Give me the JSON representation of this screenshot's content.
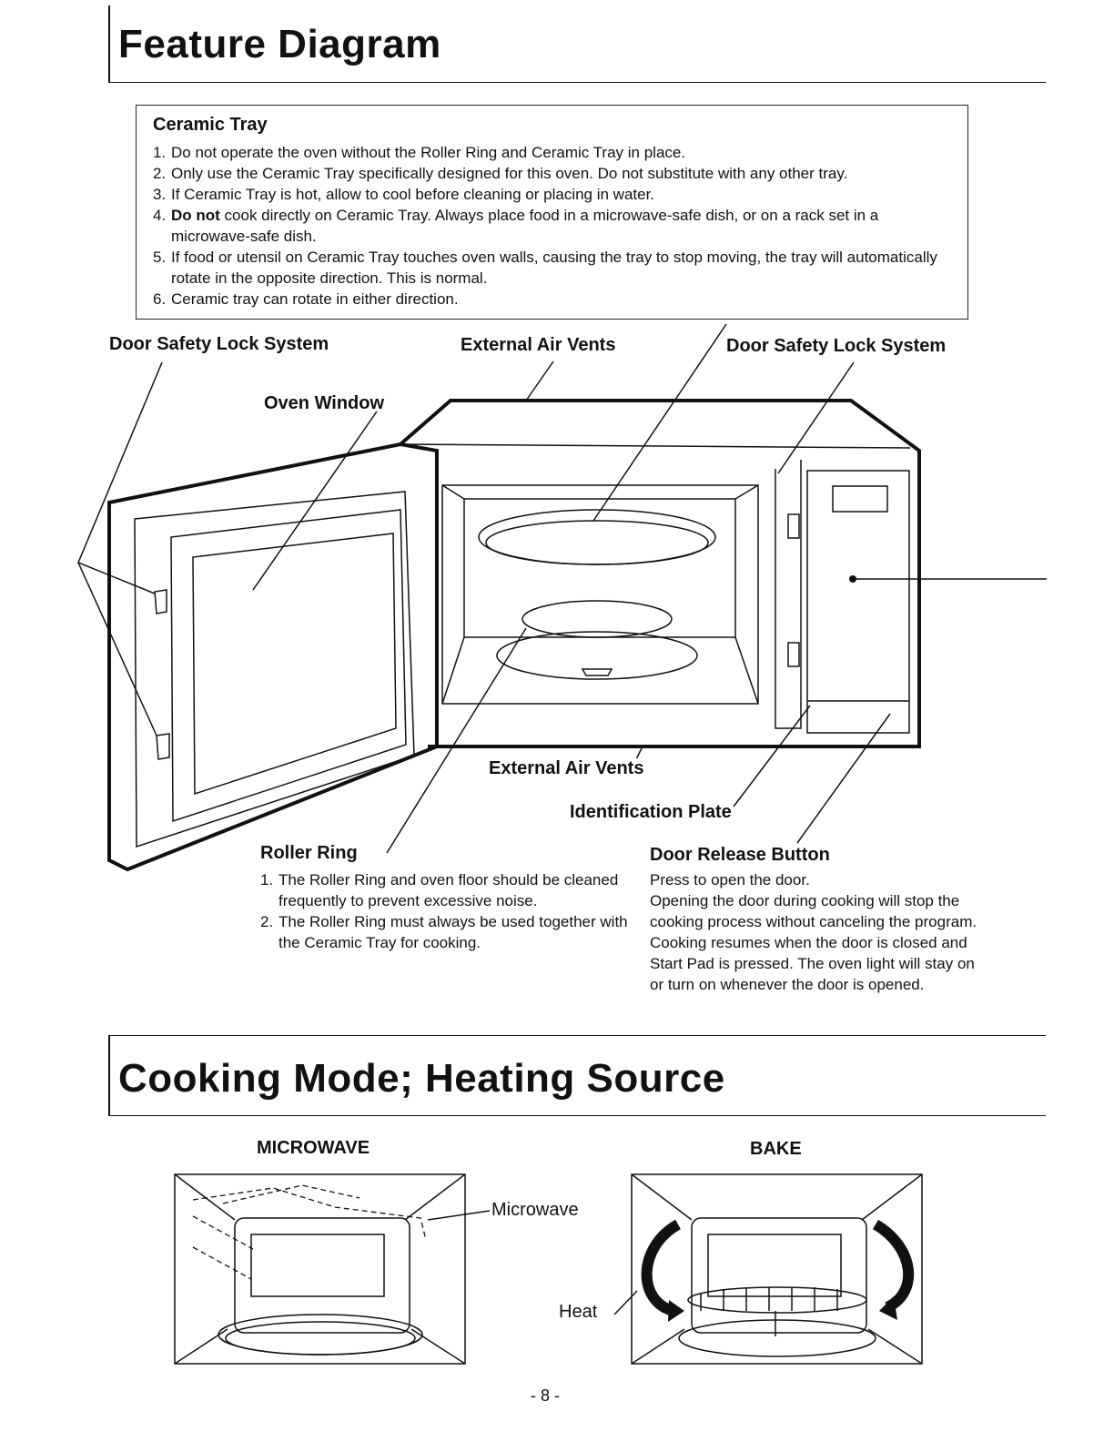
{
  "feature_diagram": {
    "title": "Feature Diagram",
    "ceramic_tray": {
      "heading": "Ceramic Tray",
      "items": [
        {
          "num": "1.",
          "text": "Do not operate the oven without the Roller Ring and Ceramic Tray in place."
        },
        {
          "num": "2.",
          "text": "Only use the Ceramic Tray specifically designed for this oven. Do not substitute with any other tray."
        },
        {
          "num": "3.",
          "text": "If Ceramic Tray is hot, allow to cool before cleaning or placing in water."
        },
        {
          "num": "4.",
          "bold": "Do not",
          "text": " cook directly on Ceramic Tray. Always place food in a microwave-safe dish, or on a rack set in a microwave-safe dish."
        },
        {
          "num": "5.",
          "text": "If food or utensil on Ceramic Tray touches oven walls, causing the tray to stop moving, the tray will automatically rotate in the opposite direction. This is normal."
        },
        {
          "num": "6.",
          "text": "Ceramic tray can rotate in either direction."
        }
      ]
    },
    "labels": {
      "door_safety_left": "Door Safety Lock System",
      "external_air_top": "External Air Vents",
      "door_safety_right": "Door Safety Lock System",
      "oven_window": "Oven Window",
      "external_air_bottom": "External Air Vents",
      "identification_plate": "Identification Plate"
    },
    "roller_ring": {
      "heading": "Roller Ring",
      "items": [
        {
          "num": "1.",
          "text": "The Roller Ring and oven floor should be cleaned frequently to prevent excessive noise."
        },
        {
          "num": "2.",
          "text": "The Roller Ring must always be used together with the Ceramic Tray for cooking."
        }
      ]
    },
    "door_release": {
      "heading": "Door Release Button",
      "lines": [
        "Press to open the door.",
        "Opening the door during cooking will stop the cooking process without canceling the program. Cooking resumes when the door is closed and Start Pad is pressed. The oven light will stay on or turn on whenever the door is opened."
      ]
    }
  },
  "cooking_mode": {
    "title": "Cooking Mode; Heating Source",
    "microwave_label": "MICROWAVE",
    "bake_label": "BAKE",
    "microwave_callout": "Microwave",
    "heat_callout": "Heat"
  },
  "page_number": "- 8 -"
}
